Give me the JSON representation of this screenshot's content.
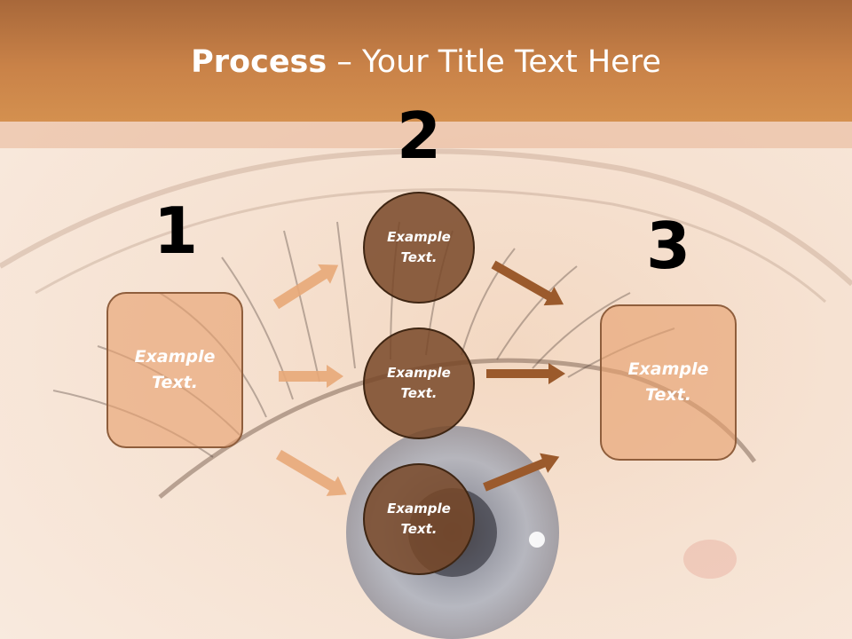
{
  "title": {
    "bold": "Process",
    "rest": " – Your Title Text Here"
  },
  "steps": [
    {
      "number": "1",
      "text": "Example Text."
    },
    {
      "number": "2"
    },
    {
      "number": "3",
      "text": "Example Text."
    }
  ],
  "circles": [
    {
      "text": "Example Text."
    },
    {
      "text": "Example Text."
    },
    {
      "text": "Example Text."
    }
  ],
  "colors": {
    "title_bar": "#c98248",
    "box_fill": "#e7a06e",
    "circle_fill": "#784828",
    "arrow_light": "#e8a878",
    "arrow_dark": "#9b5a2c"
  },
  "icons": [
    "eye-photo-background",
    "arrow-icon"
  ]
}
